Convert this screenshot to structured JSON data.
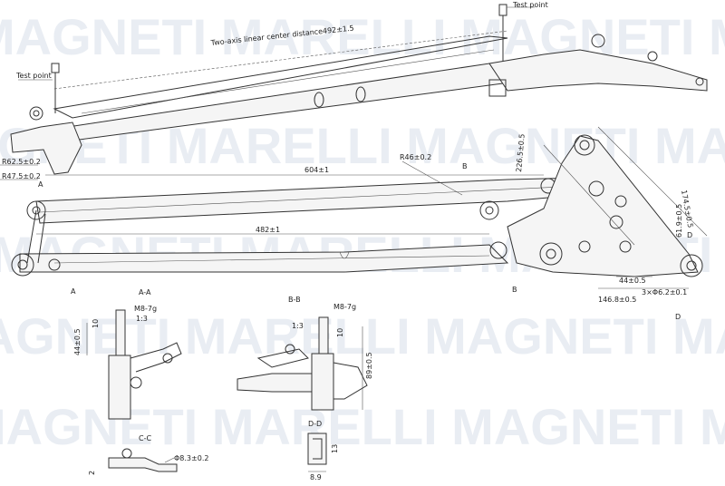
{
  "watermark": {
    "brand_a": "MAGNETI",
    "brand_b": "MARELLI",
    "brand_line": "MAGNETI MARELLI MAGNETI MARELLI MAGNETI MARELLI"
  },
  "top_view": {
    "test_point_left": "Test point",
    "test_point_right": "Test point",
    "center_distance": "Two-axis linear center distance492±1.5"
  },
  "front_view": {
    "dims": {
      "r_large": "R62.5±0.2",
      "r_small": "R47.5±0.2",
      "len_604": "604±1",
      "len_482": "482±1",
      "r_46": "R46±0.2",
      "d_226": "226.5±0.5",
      "d_174": "174.5±0.5",
      "d_61": "61.9±0.5",
      "d_44": "44±0.5",
      "d_146": "146.8±0.5",
      "holes": "3×Φ6.2±0.1"
    },
    "markers": {
      "a": "A",
      "b": "B",
      "d": "D"
    }
  },
  "sections": {
    "aa": {
      "title": "A-A",
      "thread": "M8-7g",
      "ratio": "1:3",
      "d10": "10",
      "d44": "44±0.5"
    },
    "bb": {
      "title": "B-B",
      "thread": "M8-7g",
      "ratio": "1:3",
      "d10": "10",
      "d89": "89±0.5"
    },
    "cc": {
      "title": "C-C",
      "hole": "Φ8.3±0.2",
      "d2": "2"
    },
    "dd": {
      "title": "D-D",
      "d89": "8.9",
      "d13": "13"
    }
  }
}
